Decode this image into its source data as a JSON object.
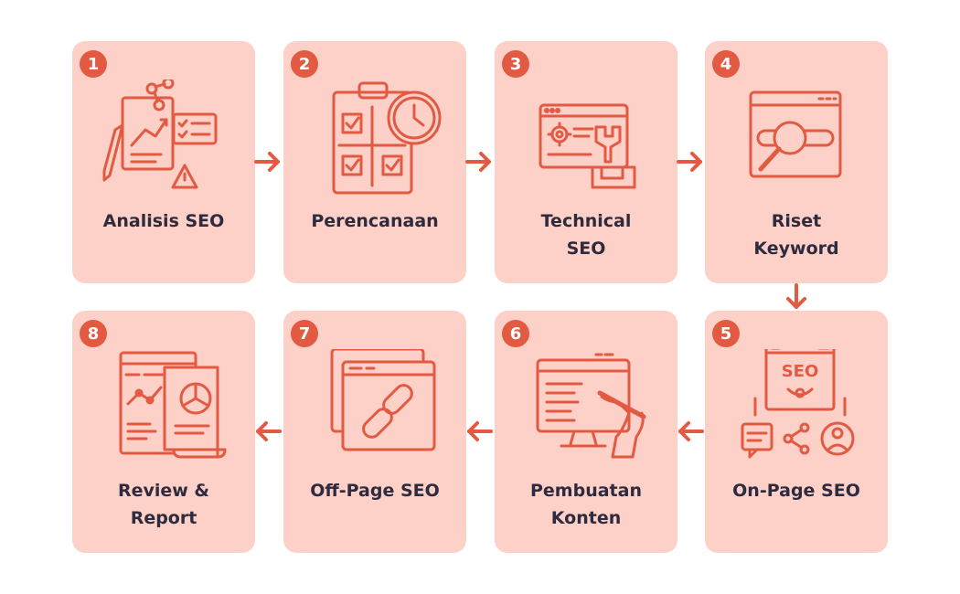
{
  "steps": [
    {
      "number": "1",
      "label": "Analisis SEO",
      "icon": "analysis-icon"
    },
    {
      "number": "2",
      "label": "Perencanaan",
      "icon": "planning-icon"
    },
    {
      "number": "3",
      "label": "Technical\nSEO",
      "icon": "technical-icon"
    },
    {
      "number": "4",
      "label": "Riset\nKeyword",
      "icon": "keyword-research-icon"
    },
    {
      "number": "5",
      "label": "On-Page SEO",
      "icon": "onpage-seo-icon"
    },
    {
      "number": "6",
      "label": "Pembuatan\nKonten",
      "icon": "content-creation-icon"
    },
    {
      "number": "7",
      "label": "Off-Page SEO",
      "icon": "offpage-link-icon"
    },
    {
      "number": "8",
      "label": "Review &\nReport",
      "icon": "report-icon"
    }
  ],
  "colors": {
    "card": "#fdd0c8",
    "accent": "#e35a42",
    "text": "#2e2b3e"
  }
}
